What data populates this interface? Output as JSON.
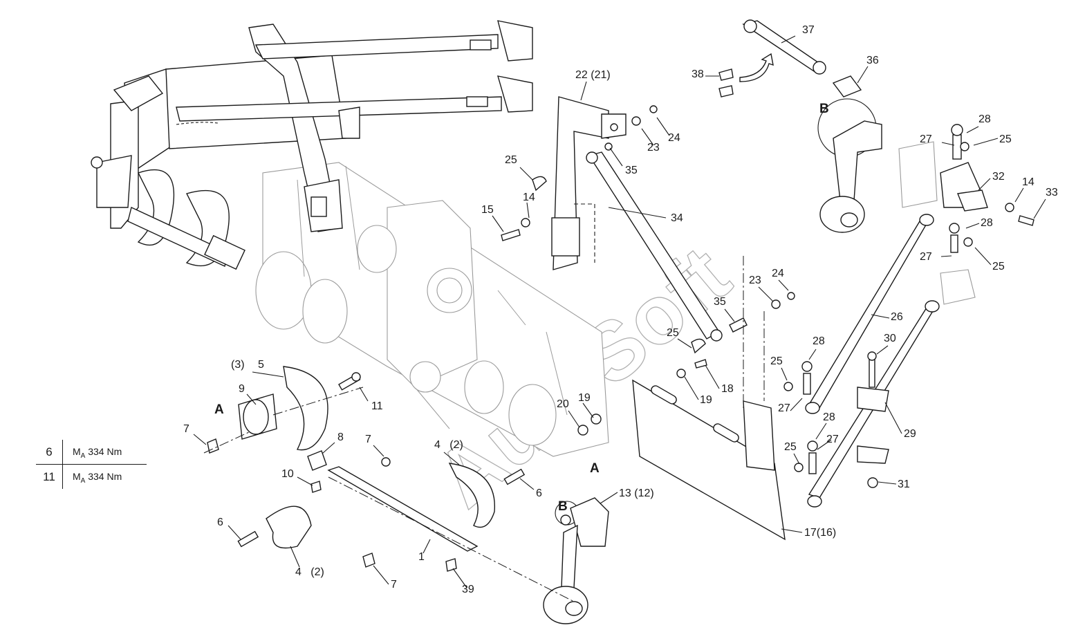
{
  "diagram": {
    "watermark": "AutoSoft",
    "view_markers": {
      "a": "A",
      "b": "B"
    },
    "callouts": [
      {
        "id": "c37",
        "label": "37"
      },
      {
        "id": "c36",
        "label": "36"
      },
      {
        "id": "c38",
        "label": "38"
      },
      {
        "id": "c22",
        "label": "22 (21)"
      },
      {
        "id": "c24a",
        "label": "24"
      },
      {
        "id": "c23a",
        "label": "23"
      },
      {
        "id": "c35a",
        "label": "35"
      },
      {
        "id": "c25a",
        "label": "25"
      },
      {
        "id": "c14a",
        "label": "14"
      },
      {
        "id": "c15",
        "label": "15"
      },
      {
        "id": "c34",
        "label": "34"
      },
      {
        "id": "c28a",
        "label": "28"
      },
      {
        "id": "c27a",
        "label": "27"
      },
      {
        "id": "c25b",
        "label": "25"
      },
      {
        "id": "c32",
        "label": "32"
      },
      {
        "id": "c14b",
        "label": "14"
      },
      {
        "id": "c33",
        "label": "33"
      },
      {
        "id": "c28b",
        "label": "28"
      },
      {
        "id": "c27b",
        "label": "27"
      },
      {
        "id": "c25c",
        "label": "25"
      },
      {
        "id": "c23b",
        "label": "23"
      },
      {
        "id": "c24b",
        "label": "24"
      },
      {
        "id": "c35b",
        "label": "35"
      },
      {
        "id": "c25d",
        "label": "25"
      },
      {
        "id": "c26",
        "label": "26"
      },
      {
        "id": "c30",
        "label": "30"
      },
      {
        "id": "c28c",
        "label": "28"
      },
      {
        "id": "c25e",
        "label": "25"
      },
      {
        "id": "c18",
        "label": "18"
      },
      {
        "id": "c19a",
        "label": "19"
      },
      {
        "id": "c27c",
        "label": "27"
      },
      {
        "id": "c28d",
        "label": "28"
      },
      {
        "id": "c27d",
        "label": "27"
      },
      {
        "id": "c25f",
        "label": "25"
      },
      {
        "id": "c29",
        "label": "29"
      },
      {
        "id": "c31",
        "label": "31"
      },
      {
        "id": "c17",
        "label": "17(16)"
      },
      {
        "id": "c13",
        "label": "13 (12)"
      },
      {
        "id": "c3",
        "label": "(3)"
      },
      {
        "id": "c5",
        "label": "5"
      },
      {
        "id": "c9",
        "label": "9"
      },
      {
        "id": "c11",
        "label": "11"
      },
      {
        "id": "c7a",
        "label": "7"
      },
      {
        "id": "c7b",
        "label": "7"
      },
      {
        "id": "c8",
        "label": "8"
      },
      {
        "id": "c20",
        "label": "20"
      },
      {
        "id": "c19b",
        "label": "19"
      },
      {
        "id": "c4a",
        "label": "4   (2)"
      },
      {
        "id": "c10",
        "label": "10"
      },
      {
        "id": "c6a",
        "label": "6"
      },
      {
        "id": "c6b",
        "label": "6"
      },
      {
        "id": "c1",
        "label": "1"
      },
      {
        "id": "c4b",
        "label": "4   (2)"
      },
      {
        "id": "c7c",
        "label": "7"
      },
      {
        "id": "c39",
        "label": "39"
      }
    ]
  },
  "torque_table": {
    "rows": [
      {
        "part": "6",
        "symbol": "M",
        "subscript": "A",
        "value": "334 Nm"
      },
      {
        "part": "11",
        "symbol": "M",
        "subscript": "A",
        "value": "334 Nm"
      }
    ]
  }
}
